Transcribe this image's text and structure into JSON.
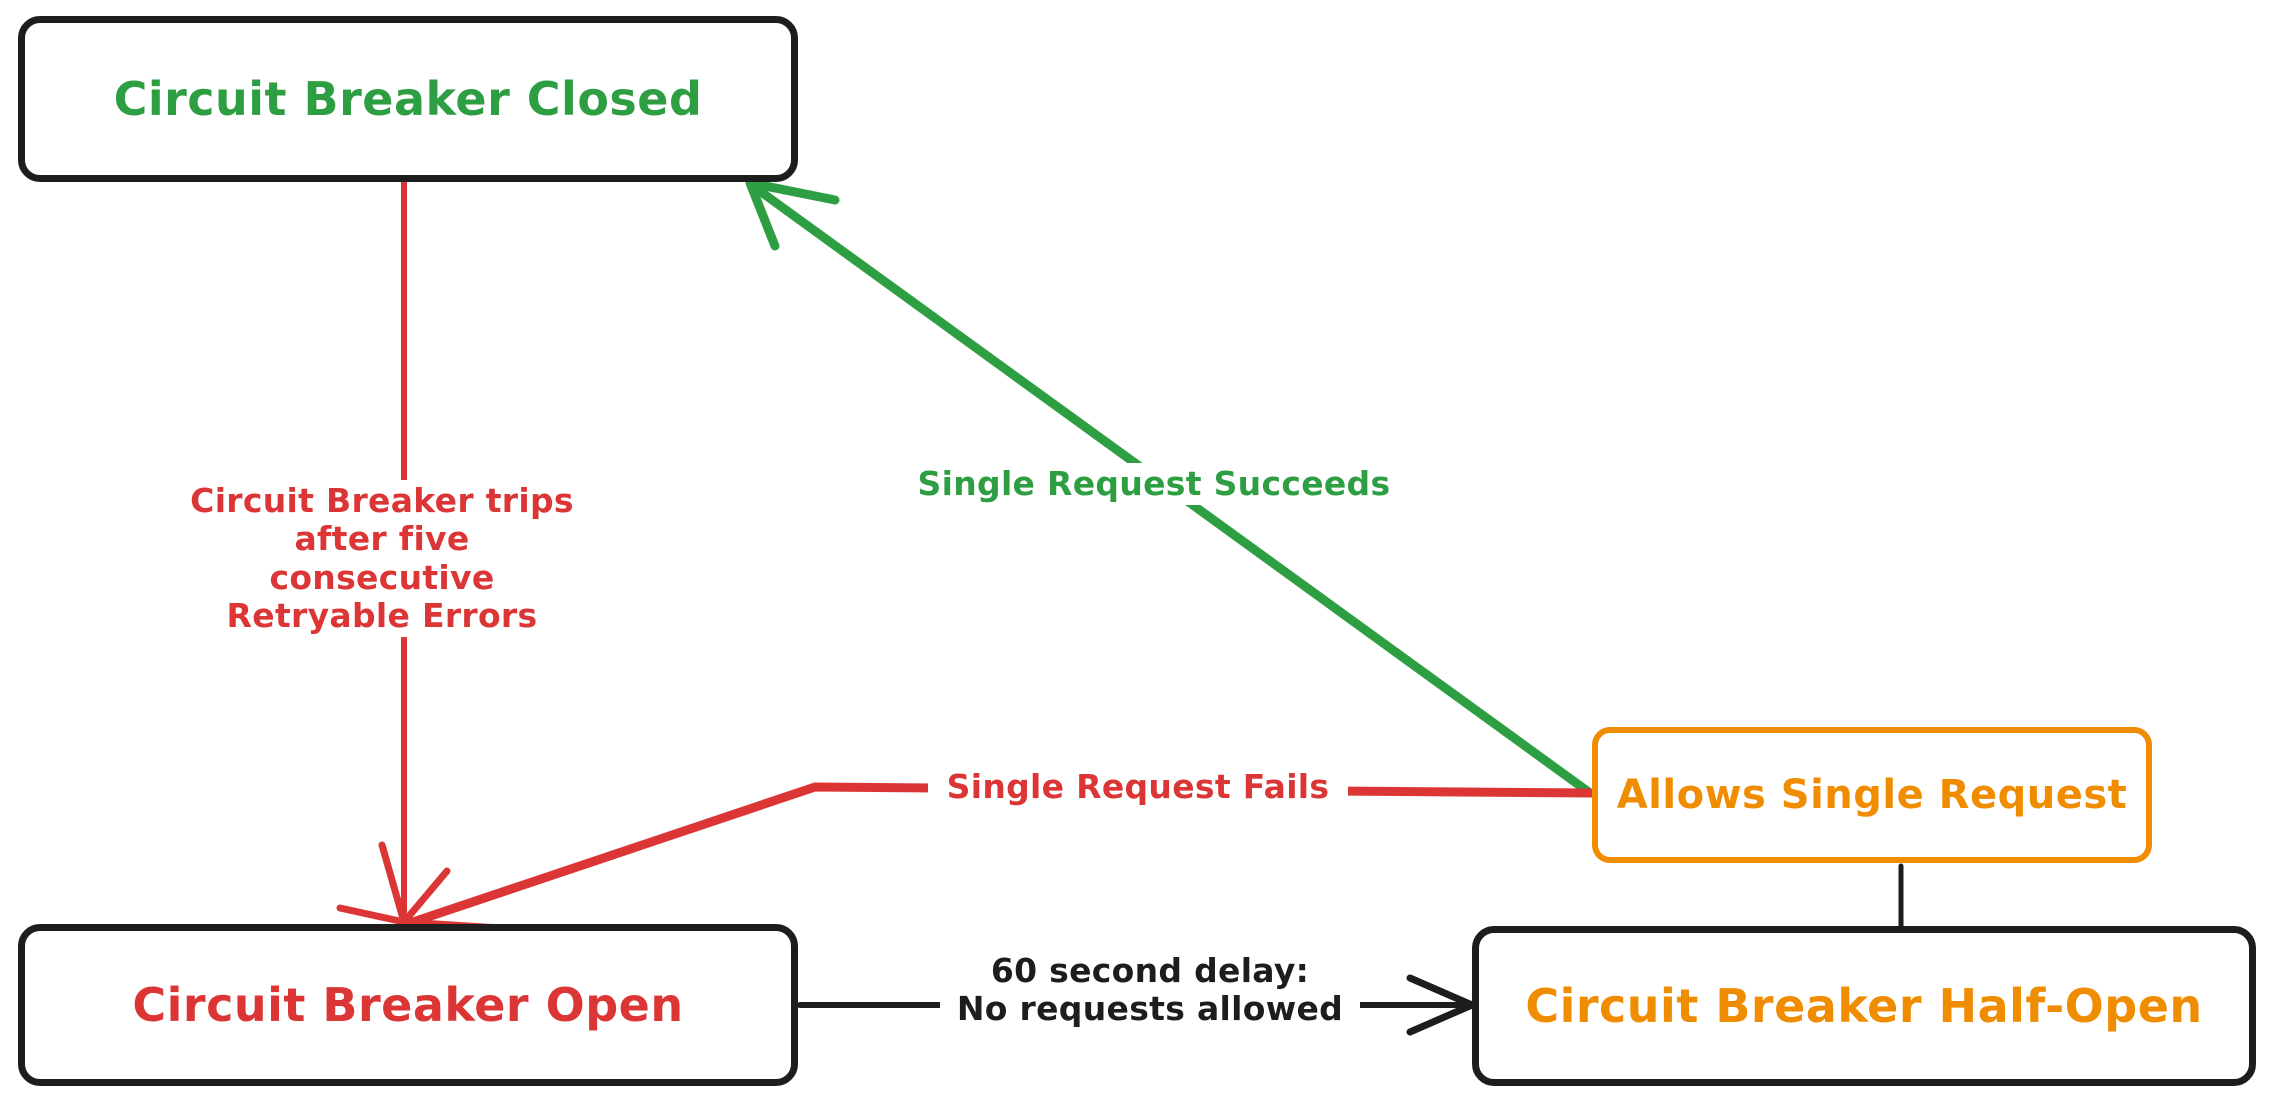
{
  "diagram": {
    "type": "state-machine",
    "title": "Circuit Breaker State Diagram",
    "colors": {
      "green": "#2e9e42",
      "red": "#dc3535",
      "orange": "#f08c00",
      "black": "#1d1d1d",
      "background": "#ffffff"
    }
  },
  "nodes": {
    "closed": {
      "label": "Circuit Breaker Closed"
    },
    "open": {
      "label": "Circuit Breaker Open"
    },
    "half_open": {
      "label": "Circuit Breaker Half-Open"
    },
    "allows_single": {
      "label": "Allows Single Request"
    }
  },
  "edges": {
    "trips": {
      "label": "Circuit Breaker trips\nafter five consecutive\nRetryable Errors"
    },
    "succeeds": {
      "label": "Single Request Succeeds"
    },
    "fails": {
      "label": "Single Request Fails"
    },
    "delay": {
      "label": "60 second delay:\nNo requests allowed"
    }
  }
}
